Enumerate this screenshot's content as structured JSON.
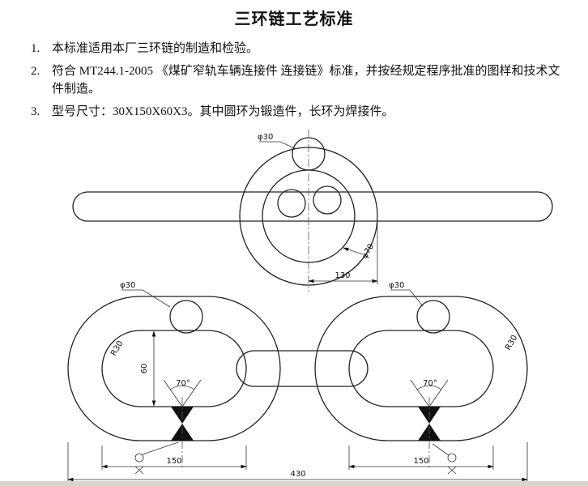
{
  "document": {
    "title": "三环链工艺标准",
    "items": [
      {
        "num": "1.",
        "text": "本标准适用本厂三环链的制造和检验。"
      },
      {
        "num": "2.",
        "text": "符合 MT244.1-2005 《煤矿窄轨车辆连接件 连接链》标准，并按经规定程序批准的图样和技术文件制造。"
      },
      {
        "num": "3.",
        "text": "型号尺寸：30X150X60X3。其中圆环为锻造件，长环为焊接件。"
      }
    ]
  },
  "drawing": {
    "ring": {
      "phi30": "φ30",
      "phi70": "φ70",
      "dim130": "130"
    },
    "left": {
      "phi30": "φ30",
      "r30": "R30",
      "dim60": "60",
      "angle": "70°",
      "dim150": "150"
    },
    "right": {
      "phi30": "φ30",
      "r30": "R30",
      "angle": "70°",
      "dim150": "150"
    },
    "overall": {
      "dim430": "430"
    }
  }
}
